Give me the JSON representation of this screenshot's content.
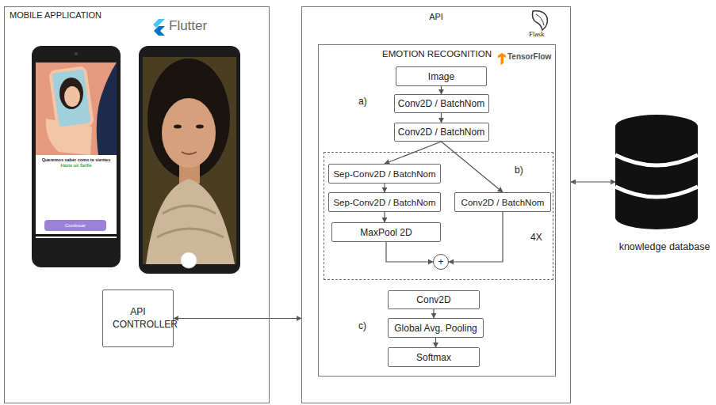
{
  "diagram": {
    "nodes": [
      {
        "text": [
          "MOBILE APPLICATION"
        ]
      },
      {
        "text": [
          "Continuar"
        ],
        "in": 0
      },
      {
        "text": [
          "API CONTROLLER"
        ],
        "in": 0
      },
      {
        "text": [
          "API"
        ]
      },
      {
        "text": [
          "EMOTION RECOGNITION"
        ],
        "in": 3
      },
      {
        "text": [
          "Image"
        ],
        "in": 4
      },
      {
        "text": [
          "Conv2D / BatchNom"
        ],
        "in": 4
      },
      {
        "text": [
          "Conv2D / BatchNom"
        ],
        "in": 4
      },
      {
        "text": [
          "b)",
          "4X"
        ],
        "in": 4
      },
      {
        "text": [
          "Sep-Conv2D / BatchNom"
        ],
        "in": 8
      },
      {
        "text": [
          "Sep-Conv2D / BatchNom"
        ],
        "in": 8
      },
      {
        "text": [
          "MaxPool 2D"
        ],
        "in": 8
      },
      {
        "text": [
          "Conv2D / BatchNom"
        ],
        "in": 8
      },
      {
        "text": [
          "+"
        ],
        "in": 8
      },
      {
        "text": [
          "Conv2D"
        ],
        "in": 4
      },
      {
        "text": [
          "Global Avg. Pooling"
        ],
        "in": 4
      },
      {
        "text": [
          "Softmax"
        ],
        "in": 4
      },
      {
        "text": [
          "knowledge database"
        ]
      }
    ],
    "edges": [
      {
        "from": 5,
        "to": 6,
        "arrow": "to"
      },
      {
        "from": 6,
        "to": 7,
        "arrow": "to"
      },
      {
        "from": 7,
        "to": 9,
        "arrow": "to"
      },
      {
        "from": 7,
        "to": 12,
        "arrow": "to"
      },
      {
        "from": 9,
        "to": 10,
        "arrow": "to"
      },
      {
        "from": 10,
        "to": 11,
        "arrow": "to"
      },
      {
        "from": 11,
        "to": 13,
        "arrow": "to"
      },
      {
        "from": 12,
        "to": 13,
        "arrow": "to"
      },
      {
        "from": 14,
        "to": 15,
        "arrow": "to"
      },
      {
        "from": 15,
        "to": 16,
        "arrow": "to"
      },
      {
        "from": 2,
        "to": 3,
        "arrow": "both"
      },
      {
        "from": 3,
        "to": 17,
        "arrow": "both"
      }
    ],
    "labels": [
      "Flutter",
      "Queremos saber como te sientes",
      "Hazte un Selfie",
      "Flask",
      "TensorFlow",
      "a)",
      "c)"
    ]
  }
}
